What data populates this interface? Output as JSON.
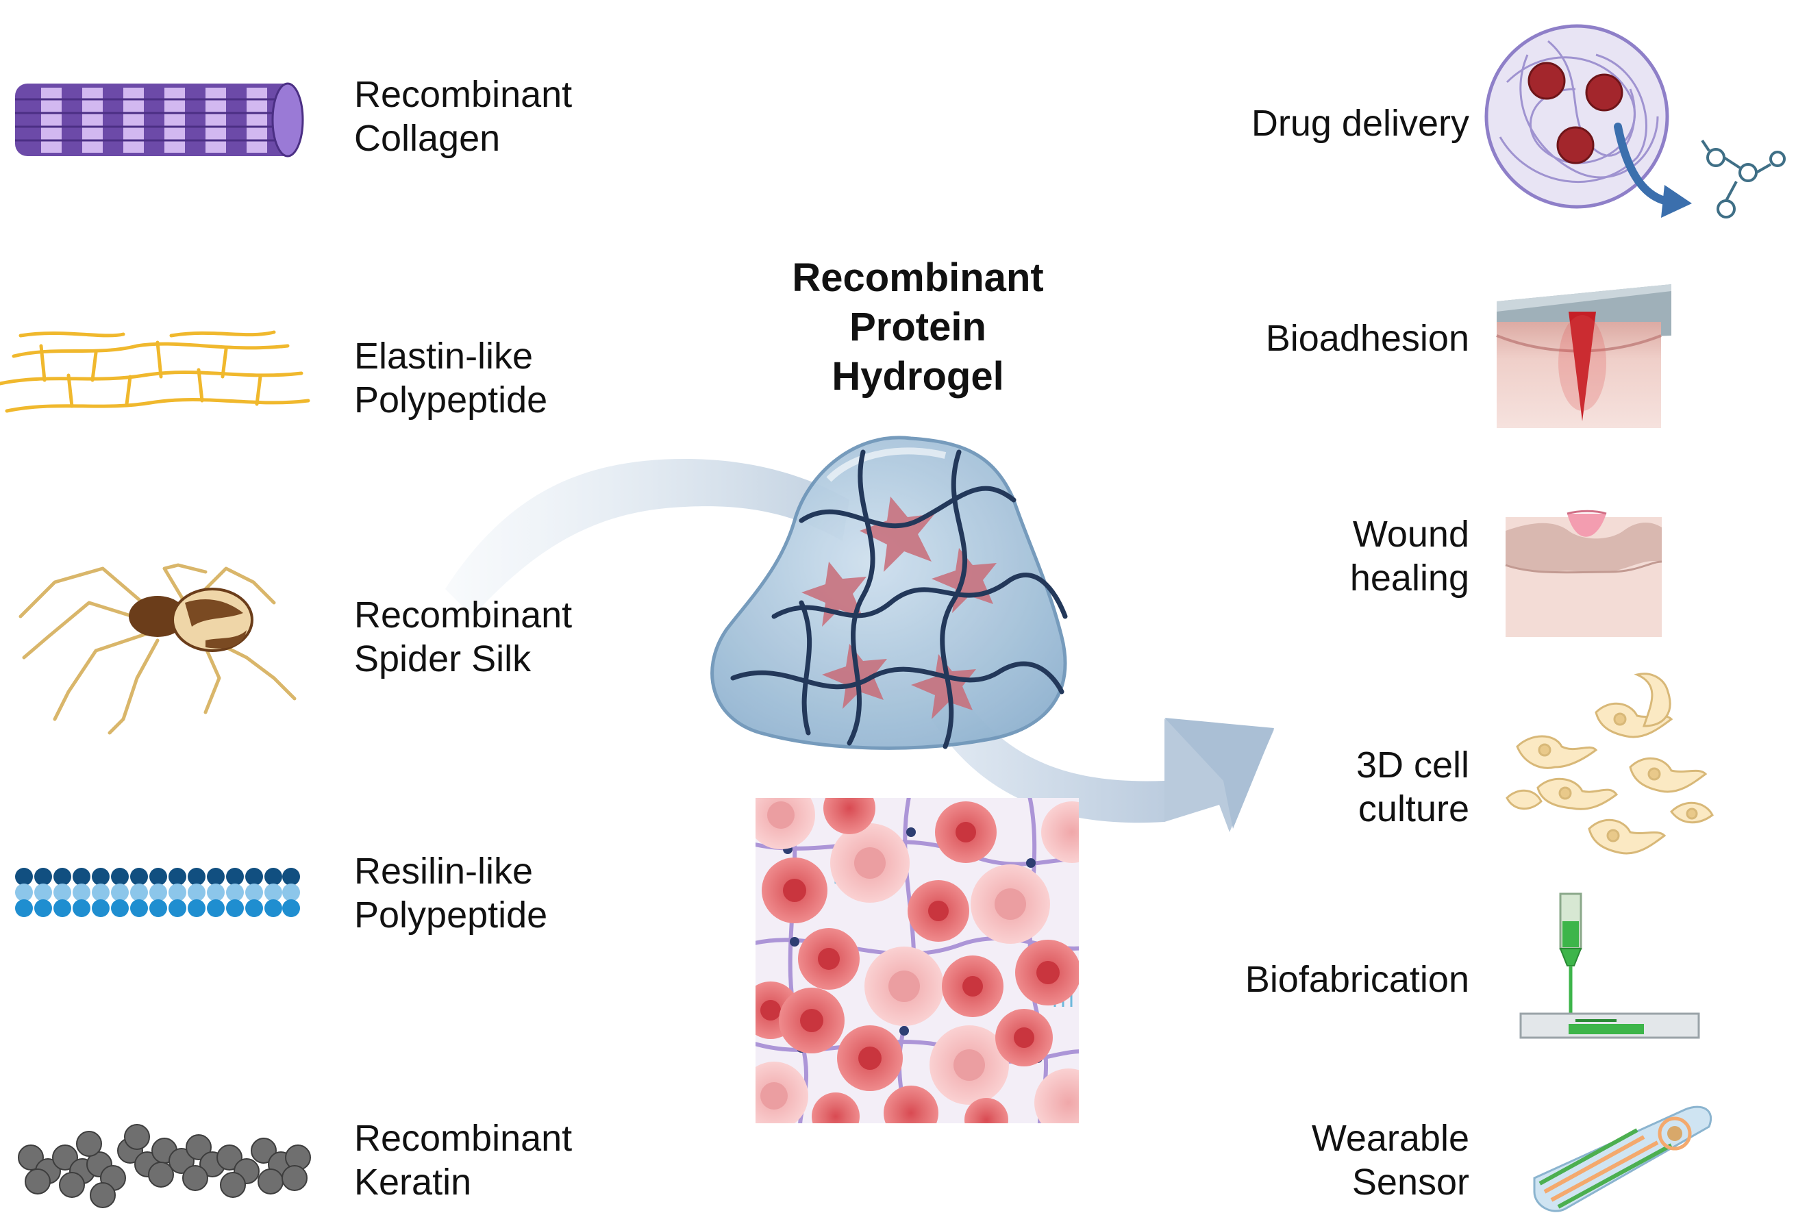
{
  "title": {
    "line1": "Recombinant",
    "line2": "Protein",
    "line3": "Hydrogel"
  },
  "sources": [
    {
      "line1": "Recombinant",
      "line2": "Collagen",
      "icon": "collagen-fiber-icon",
      "color": "#8a6fc4"
    },
    {
      "line1": "Elastin-like",
      "line2": "Polypeptide",
      "icon": "elastin-network-icon",
      "color": "#f0b82d"
    },
    {
      "line1": "Recombinant",
      "line2": "Spider Silk",
      "icon": "spider-icon",
      "color": "#7a4a22"
    },
    {
      "line1": "Resilin-like",
      "line2": "Polypeptide",
      "icon": "resilin-chain-icon",
      "color": "#1f7fbf"
    },
    {
      "line1": "Recombinant",
      "line2": "Keratin",
      "icon": "keratin-chain-icon",
      "color": "#6b6b6b"
    }
  ],
  "applications": [
    {
      "line1": "Drug delivery",
      "line2": "",
      "icon": "drug-delivery-icon"
    },
    {
      "line1": "Bioadhesion",
      "line2": "",
      "icon": "bioadhesion-icon"
    },
    {
      "line1": "Wound",
      "line2": "healing",
      "icon": "wound-healing-icon"
    },
    {
      "line1": "3D cell",
      "line2": "culture",
      "icon": "cell-culture-icon"
    },
    {
      "line1": "Biofabrication",
      "line2": "",
      "icon": "bioprinter-icon"
    },
    {
      "line1": "Wearable",
      "line2": "Sensor",
      "icon": "sensor-icon"
    }
  ],
  "colors": {
    "arrow": "#c9d7e6",
    "hydrogel": "#aac6dd",
    "cell": "#e88a8a"
  }
}
